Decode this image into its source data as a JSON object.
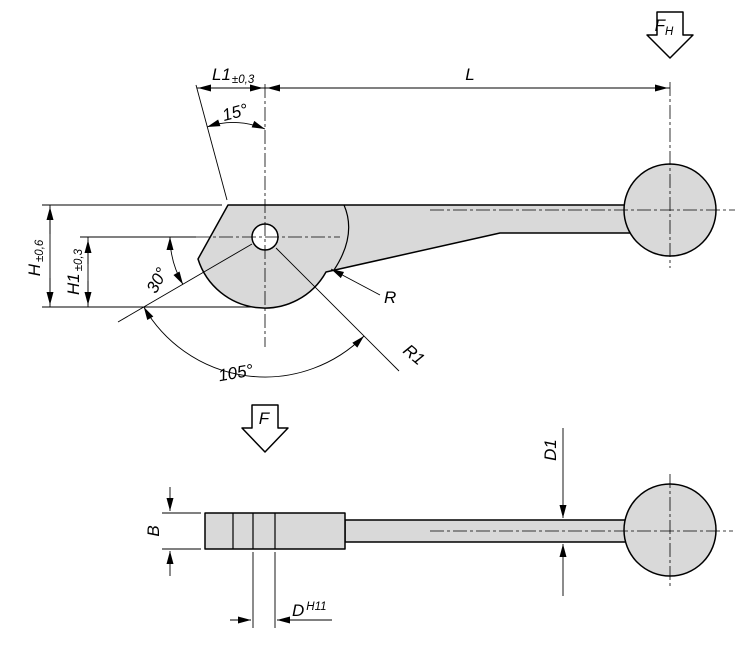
{
  "top_view": {
    "dim_l1": {
      "label": "L1",
      "tolerance": "±0,3"
    },
    "dim_l": {
      "label": "L"
    },
    "angle_top": "15°",
    "angle_left": "30°",
    "angle_bottom": "105°",
    "dim_h": {
      "label": "H",
      "tolerance": "±0,6"
    },
    "dim_h1": {
      "label": "H1",
      "tolerance": "±0,3"
    },
    "radius_r": "R",
    "radius_r1": "R1",
    "force_top": {
      "label": "F",
      "subscript": "H"
    },
    "force_bottom": {
      "label": "F"
    }
  },
  "bottom_view": {
    "dim_b": "B",
    "dim_d": {
      "label": "D",
      "tolerance": "H11"
    },
    "dim_d1": "D1"
  },
  "colors": {
    "part_fill": "#d9d9d9",
    "line": "#000000",
    "background": "#ffffff"
  }
}
